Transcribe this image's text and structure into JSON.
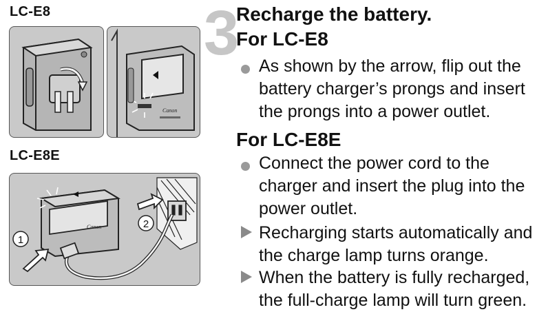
{
  "left": {
    "label_e8": "LC-E8",
    "label_e8e": "LC-E8E",
    "brand_text": "Canon",
    "callout_1": "①",
    "callout_2": "②"
  },
  "step": {
    "number": "3",
    "title": "Recharge the battery.",
    "section1": {
      "heading": "For LC-E8",
      "bullets": [
        "As shown by the arrow, flip out the battery charger’s prongs and insert the prongs into a power outlet."
      ]
    },
    "section2": {
      "heading": "For LC-E8E",
      "bullets": [
        "Connect the power cord to the charger and insert the plug into the power outlet."
      ],
      "notes": [
        "Recharging starts automatically and the charge lamp turns orange.",
        "When the battery is fully recharged, the full-charge lamp will turn green."
      ]
    }
  },
  "colors": {
    "bullet": "#9a9a9a",
    "note_triangle": "#8a8a8a",
    "illustration_bg": "#c9c9c9"
  }
}
